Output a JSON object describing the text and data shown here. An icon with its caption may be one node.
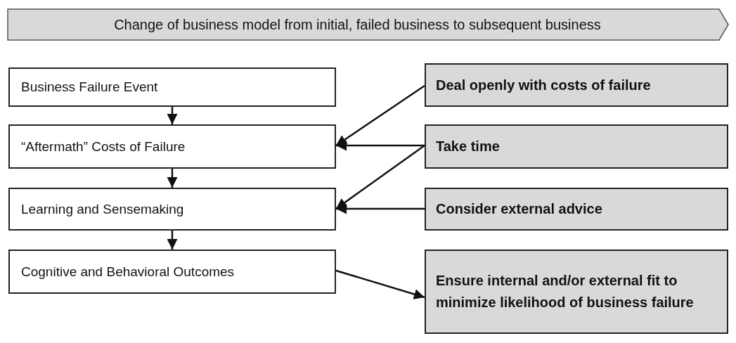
{
  "diagram": {
    "nodes": [
      {
        "text": [
          "Change of business model from initial, failed business to subsequent business"
        ]
      },
      {
        "text": [
          "Business Failure Event"
        ]
      },
      {
        "text": [
          "“Aftermath” Costs of Failure"
        ]
      },
      {
        "text": [
          "Learning and Sensemaking"
        ]
      },
      {
        "text": [
          "Cognitive and Behavioral Outcomes"
        ]
      },
      {
        "text": [
          "Deal openly with costs of failure"
        ]
      },
      {
        "text": [
          "Take time"
        ]
      },
      {
        "text": [
          "Consider external advice"
        ]
      },
      {
        "text": [
          "Ensure internal and/or external fit to minimize likelihood of business failure"
        ]
      }
    ],
    "edges": [
      {
        "from": 1,
        "to": 2,
        "arrow": "to"
      },
      {
        "from": 2,
        "to": 3,
        "arrow": "to"
      },
      {
        "from": 3,
        "to": 4,
        "arrow": "to"
      },
      {
        "from": 5,
        "to": 2,
        "arrow": "to"
      },
      {
        "from": 6,
        "to": 2,
        "arrow": "to"
      },
      {
        "from": 6,
        "to": 3,
        "arrow": "to"
      },
      {
        "from": 7,
        "to": 3,
        "arrow": "to"
      },
      {
        "from": 4,
        "to": 8,
        "arrow": "to"
      }
    ]
  }
}
